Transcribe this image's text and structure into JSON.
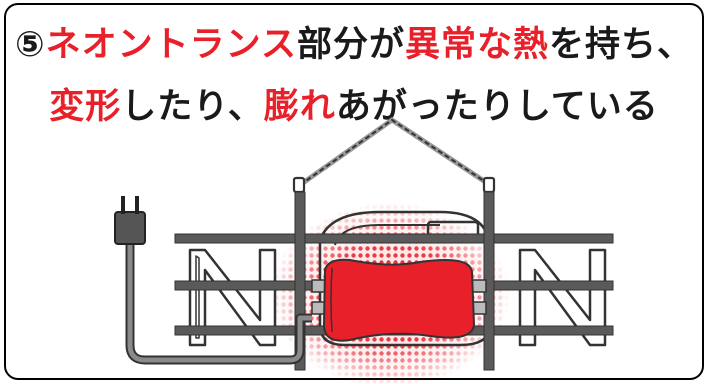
{
  "caption": {
    "line1": [
      {
        "text": "⑤",
        "accent": false
      },
      {
        "text": "ネオントランス",
        "accent": true
      },
      {
        "text": "部分が",
        "accent": false
      },
      {
        "text": "異常な熱",
        "accent": true
      },
      {
        "text": "を持ち、",
        "accent": false
      }
    ],
    "line2": [
      {
        "text": "変形",
        "accent": true
      },
      {
        "text": "したり、",
        "accent": false
      },
      {
        "text": "膨れ",
        "accent": true
      },
      {
        "text": "あがったりしている",
        "accent": false
      }
    ]
  },
  "colors": {
    "accent": "#e8202a",
    "text": "#1a1a1a",
    "frame": "#000000",
    "bar": "#5a5a5a",
    "transformer": "#e8202a"
  },
  "illustration": {
    "icons": [
      "power-plug-icon",
      "hanging-chain-icon",
      "neon-tube-icon",
      "neon-transformer-icon",
      "heat-glow-icon"
    ]
  }
}
